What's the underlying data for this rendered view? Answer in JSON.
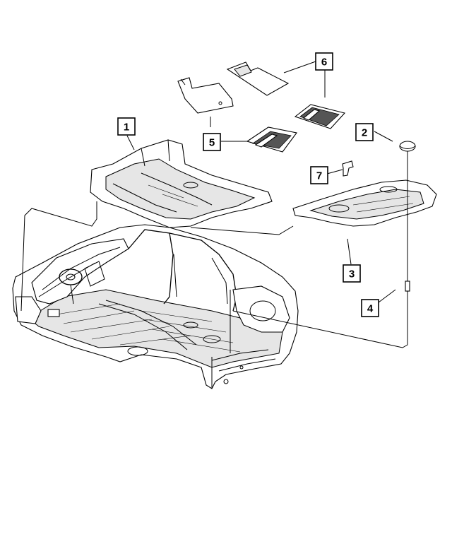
{
  "callouts": [
    {
      "id": "callout-1",
      "label": "1"
    },
    {
      "id": "callout-2",
      "label": "2"
    },
    {
      "id": "callout-3",
      "label": "3"
    },
    {
      "id": "callout-4",
      "label": "4"
    },
    {
      "id": "callout-5",
      "label": "5"
    },
    {
      "id": "callout-6",
      "label": "6"
    },
    {
      "id": "callout-7",
      "label": "7"
    }
  ]
}
